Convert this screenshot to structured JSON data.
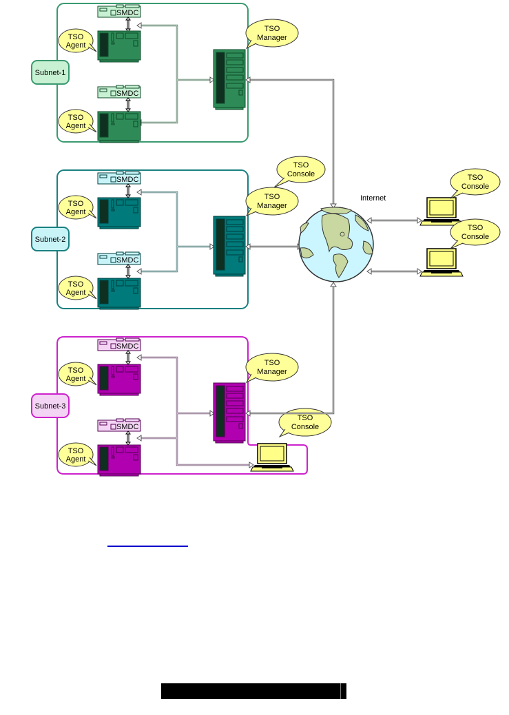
{
  "diagram": {
    "title_text": "Internet",
    "colors": {
      "subnet1": {
        "main": "#2e8b57",
        "dark": "#0f4a2a",
        "light": "#c8f0d2",
        "border": "#3a9a70"
      },
      "subnet2": {
        "main": "#007a7a",
        "dark": "#003c3c",
        "light": "#c8f4f8",
        "border": "#1a8080"
      },
      "subnet3": {
        "main": "#b000b0",
        "dark": "#500050",
        "light": "#f4d4f4",
        "border": "#cc22cc"
      },
      "bubble": "#ffff99",
      "laptop": "#ffff88",
      "globe_water": "#ccf6ff",
      "globe_land": "#c8d8a0",
      "connector": "#666666",
      "link": "#0000cc"
    },
    "subnets": [
      {
        "label": "Subnet-1",
        "agents": [
          {
            "device": "SMDC",
            "bubble": [
              "TSO",
              "Agent"
            ]
          },
          {
            "device": "SMDC",
            "bubble": [
              "TSO",
              "Agent"
            ]
          }
        ],
        "manager_bubble": [
          "TSO",
          "Manager"
        ]
      },
      {
        "label": "Subnet-2",
        "agents": [
          {
            "device": "SMDC",
            "bubble": [
              "TSO",
              "Agent"
            ]
          },
          {
            "device": "SMDC",
            "bubble": [
              "TSO",
              "Agent"
            ]
          }
        ],
        "manager_bubble": [
          "TSO",
          "Manager"
        ],
        "console_bubble": [
          "TSO",
          "Console"
        ]
      },
      {
        "label": "Subnet-3",
        "agents": [
          {
            "device": "SMDC",
            "bubble": [
              "TSO",
              "Agent"
            ]
          },
          {
            "device": "SMDC",
            "bubble": [
              "TSO",
              "Agent"
            ]
          }
        ],
        "manager_bubble": [
          "TSO",
          "Manager"
        ],
        "console_bubble": [
          "TSO",
          "Console"
        ]
      }
    ],
    "remote_consoles": [
      {
        "bubble": [
          "TSO",
          "Console"
        ]
      },
      {
        "bubble": [
          "TSO",
          "Console"
        ]
      }
    ]
  },
  "footer": {
    "link_text": "",
    "redacted_bar": true
  }
}
